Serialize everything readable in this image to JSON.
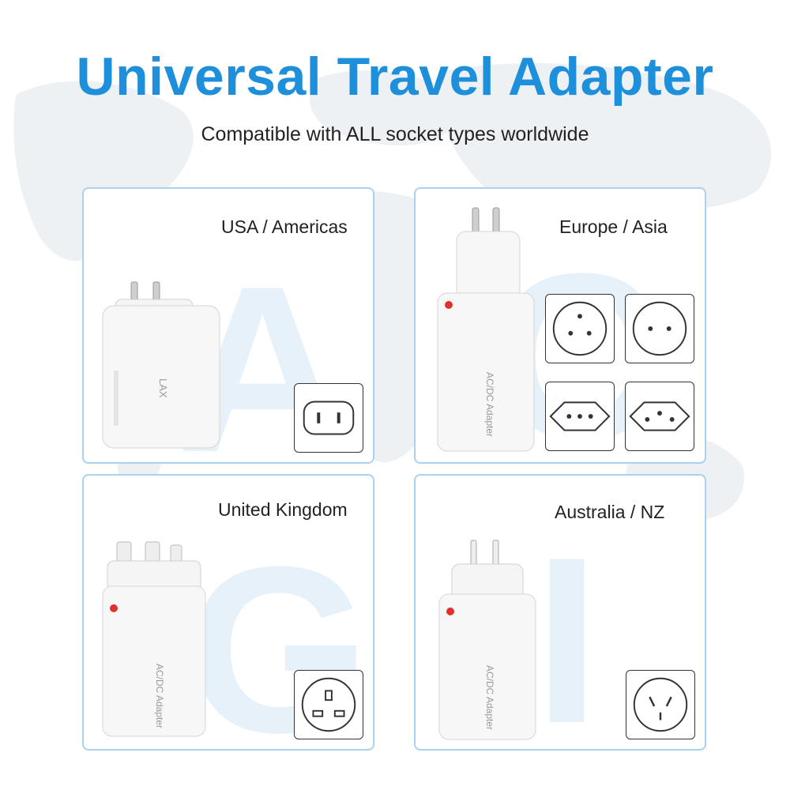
{
  "title": "Universal Travel Adapter",
  "subtitle": "Compatible with ALL socket types worldwide",
  "panels": [
    {
      "region": "USA / Americas",
      "background_letter": "A",
      "plug": "type-a",
      "sockets": [
        "us-socket-icon"
      ]
    },
    {
      "region": "Europe / Asia",
      "background_letter": "C",
      "plug": "type-c",
      "sockets": [
        "type-e-socket-icon",
        "type-c-round-socket-icon",
        "type-j-socket-icon",
        "type-c-flat-socket-icon"
      ]
    },
    {
      "region": "United Kingdom",
      "background_letter": "G",
      "plug": "type-g",
      "sockets": [
        "uk-socket-icon"
      ]
    },
    {
      "region": "Australia / NZ",
      "background_letter": "I",
      "plug": "type-i",
      "sockets": [
        "au-socket-icon"
      ]
    }
  ],
  "device_print": "LAX",
  "device_label": "AC/DC Adapter",
  "colors": {
    "accent": "#1e8fdb",
    "panel_border": "#a9d2ee",
    "map": "#eef1f4",
    "indicator": "#e03030"
  }
}
